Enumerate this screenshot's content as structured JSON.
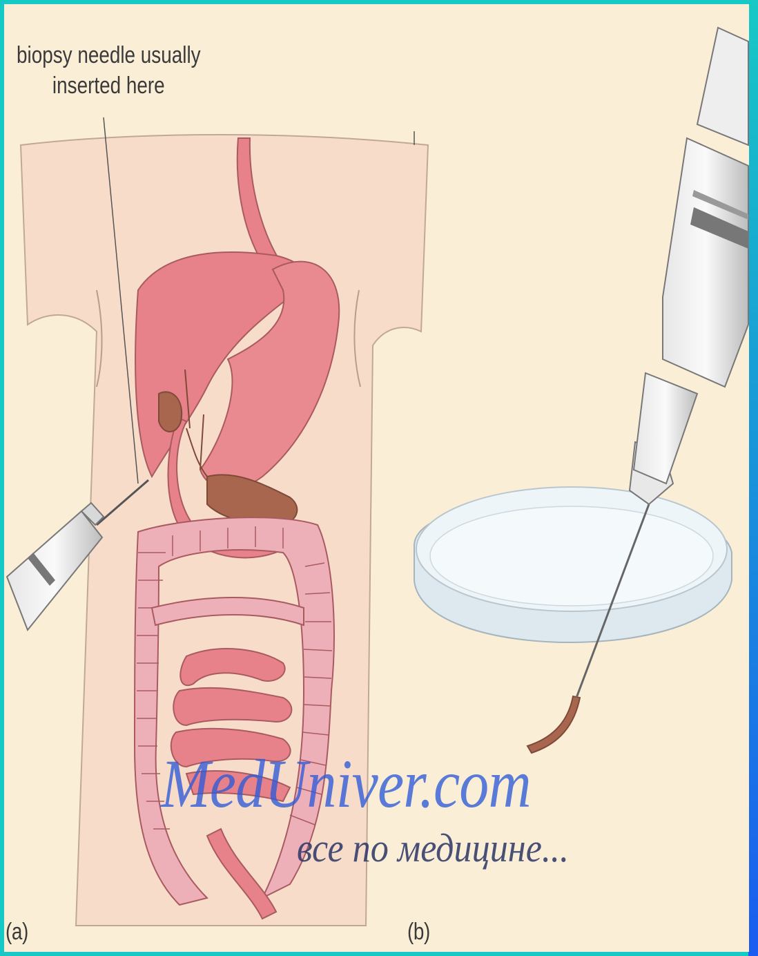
{
  "annotation": {
    "callout_line1": "biopsy needle usually",
    "callout_line2": "inserted here"
  },
  "panels": {
    "a_label": "(a)",
    "b_label": "(b)"
  },
  "watermark": {
    "main": "MedUniver.com",
    "sub": "все по медицине..."
  },
  "colors": {
    "frame": "#16c9c6",
    "frame_right": "#1a6cf0",
    "background": "#fbeed6",
    "skin": "#f7dcca",
    "organ": "#e8828a",
    "organ_dark": "#c9646c",
    "bile": "#a8664f",
    "intestine": "#eeb0b8"
  }
}
